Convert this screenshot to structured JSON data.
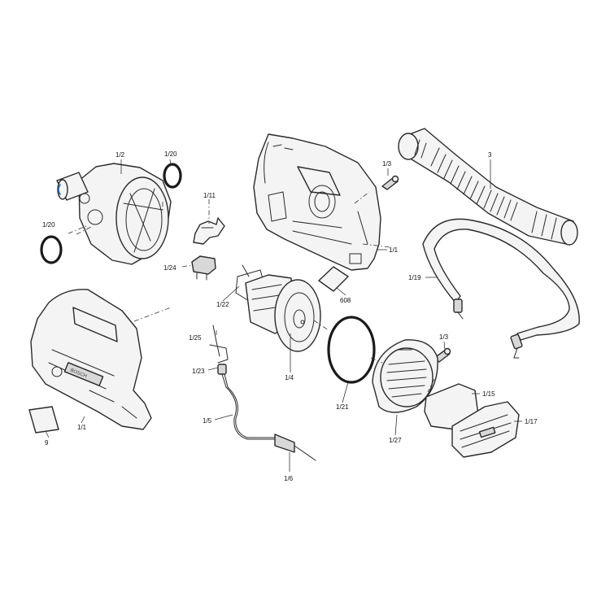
{
  "labels": {
    "l_1_2": "1/2",
    "l_1_20_top": "1/20",
    "l_1_20_left": "1/20",
    "l_1_11": "1/11",
    "l_1_24": "1/24",
    "l_1_22": "1/22",
    "l_1_25": "1/25",
    "l_1_23": "1/23",
    "l_1_5": "1/5",
    "l_1_6": "1/6",
    "l_1_4": "1/4",
    "l_1_21": "1/21",
    "l_1_27": "1/27",
    "l_1_3_top": "1/3",
    "l_1_3_mid": "1/3",
    "l_1_1_top": "1/1",
    "l_1_1_left": "1/1",
    "l_608": "608",
    "l_3": "3",
    "l_1_19": "1/19",
    "l_1_15": "1/15",
    "l_1_17": "1/17",
    "l_9": "9"
  },
  "brand_mark": "BOSCH"
}
